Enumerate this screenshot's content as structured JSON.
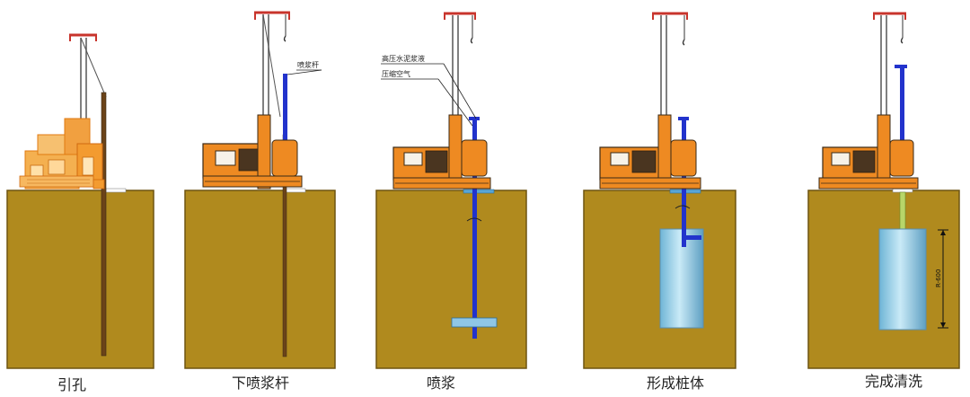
{
  "steps": [
    {
      "id": "yin-kong",
      "label": "引孔"
    },
    {
      "id": "xia-pen-jiang-gan",
      "label": "下喷浆杆"
    },
    {
      "id": "pen-jiang",
      "label": "喷浆"
    },
    {
      "id": "xing-cheng-zhuang-ti",
      "label": "形成桩体"
    },
    {
      "id": "wan-cheng-qing-xi",
      "label": "完成清洗"
    }
  ],
  "annotations": {
    "grout_rod": "喷浆杆",
    "high_pressure_grout": "高压水泥浆液",
    "compressed_air": "压缩空气",
    "pile_dimension": "R-600"
  },
  "colors": {
    "soil": "#B08A1E",
    "soil_edge": "#6E5410",
    "rig_orange": "#EE8A22",
    "rig_dark": "#3B2A16",
    "rod_blue": "#2233CC",
    "drill_brown": "#6B4318",
    "pile_blue": "#A9D8EC",
    "pile_edge": "#5A8FB0",
    "crane_red": "#C8342C",
    "mast_gray": "#555555"
  }
}
